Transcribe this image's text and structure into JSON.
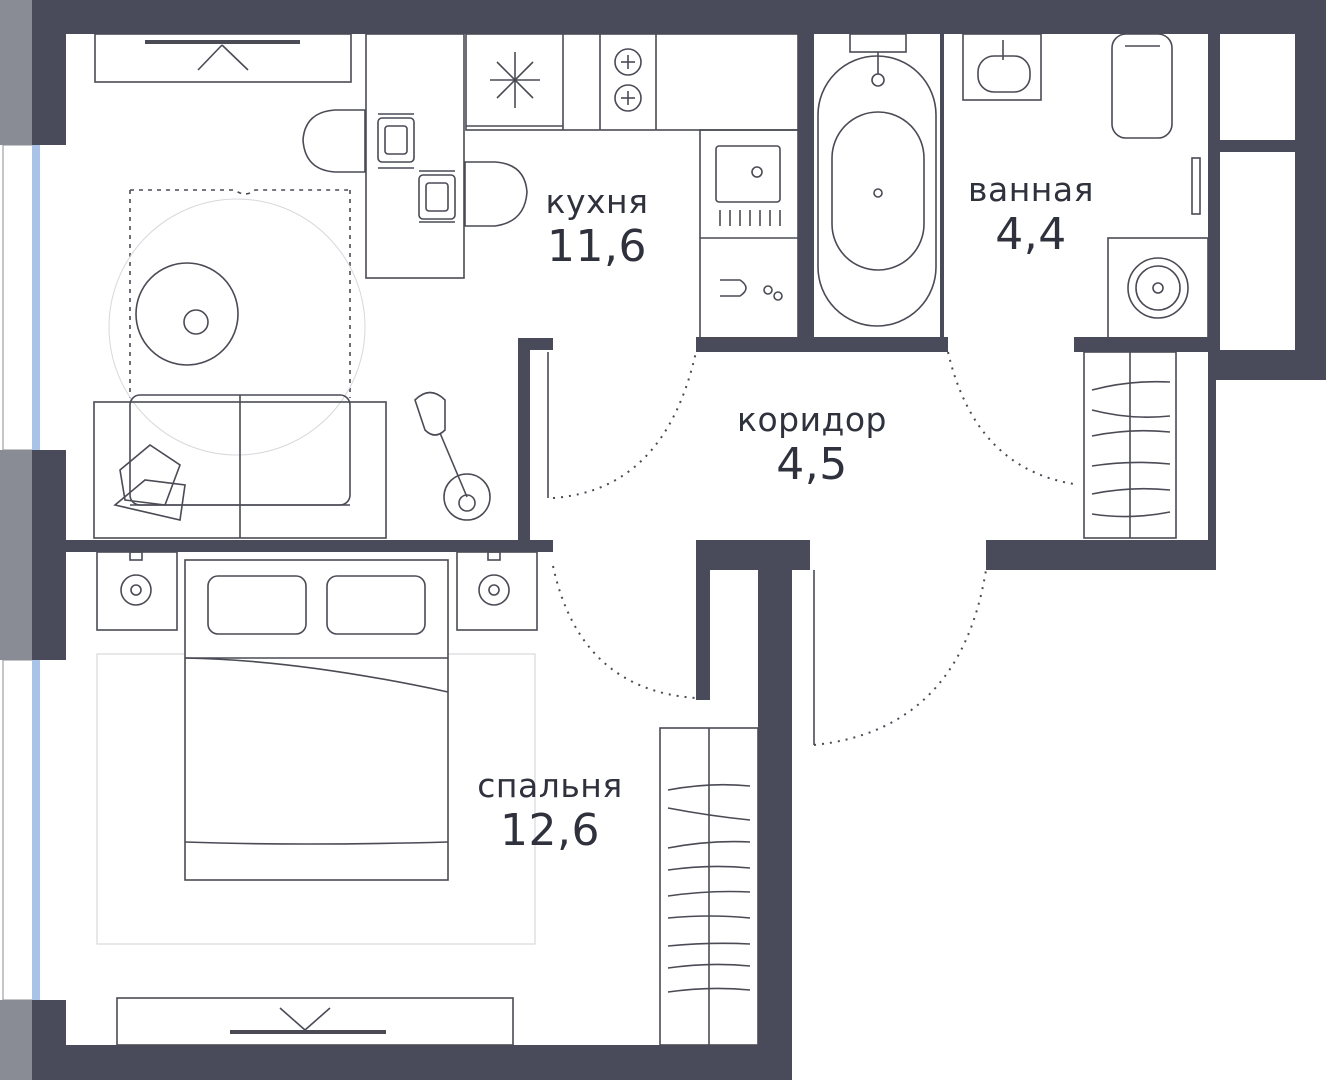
{
  "rooms": {
    "kitchen": {
      "name": "кухня",
      "area": "11,6"
    },
    "bathroom": {
      "name": "ванная",
      "area": "4,4"
    },
    "corridor": {
      "name": "коридор",
      "area": "4,5"
    },
    "bedroom": {
      "name": "спальня",
      "area": "12,6"
    }
  },
  "colors": {
    "wall": "#494b5a",
    "line": "#4a4b55",
    "window": "#a9c3e8",
    "window_frame": "#8a8c95",
    "text": "#2f313c"
  }
}
